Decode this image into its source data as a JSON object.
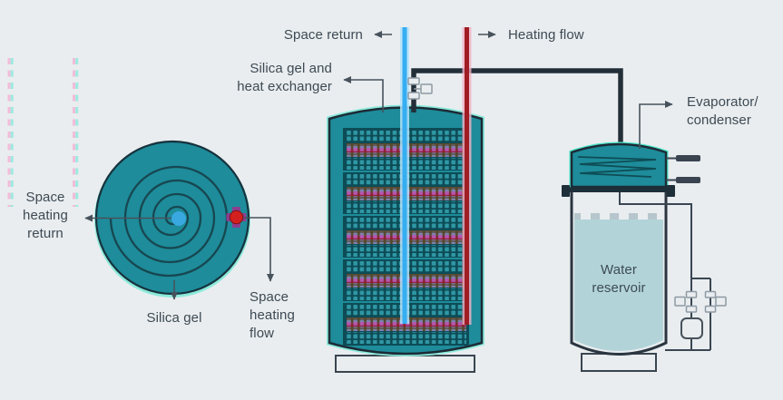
{
  "labels": {
    "space_return": "Space return",
    "heating_flow": "Heating flow",
    "silica_heat_exchanger": "Silica gel and\nheat exchanger",
    "evaporator_condenser": "Evaporator/\ncondenser",
    "water_reservoir": "Water\nreservoir",
    "space_heating_return": "Space\nheating\nreturn",
    "silica_gel": "Silica gel",
    "space_heating_flow": "Space\nheating\nflow"
  },
  "palette": {
    "background": "#e9edef",
    "text": "#3e4a54",
    "teal_shell": "#1e8c9a",
    "teal_panel": "#0d4c57",
    "teal_dot": "#2f97a4",
    "outline_dark": "#1c2b36",
    "glow_mint": "#8ceadb",
    "cyan_pipe": "#35aef2",
    "cyan_halo": "#b3e2fa",
    "red_pipe": "#a01d24",
    "red_halo": "#f2b3c8",
    "dark_pipe": "#222f38",
    "thin_line": "#47525c",
    "valve_gray": "#8d99a3",
    "water": "#b2d4d9",
    "crenel": "#b6c6cc",
    "magenta_dot": "#b457ae",
    "lavender_dot": "#7b82ad",
    "olive_band": "#57482d",
    "maroon_line": "#8c2133",
    "blue_dot": "#3aa8e0",
    "red_dot": "#d41f1f",
    "purple_cross": "#8f3c8f",
    "dash_pink": "#f2bcd9",
    "dash_cyan": "#9de9e0"
  }
}
